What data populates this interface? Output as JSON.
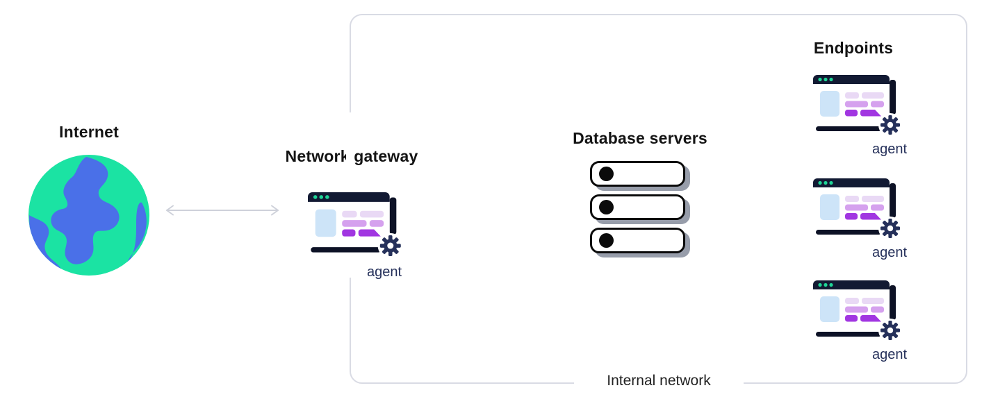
{
  "diagram_title": "Network architecture diagram",
  "nodes": {
    "internet": {
      "label": "Internet",
      "icon": "globe-icon"
    },
    "network_gateway": {
      "label": "Network gateway",
      "agent_label": "agent",
      "icon": "browser-window-icon"
    },
    "database_servers": {
      "label": "Database servers",
      "server_count": 3,
      "icon": "server-stack-icon"
    },
    "endpoints": {
      "label": "Endpoints",
      "items": [
        {
          "agent_label": "agent",
          "icon": "browser-window-icon"
        },
        {
          "agent_label": "agent",
          "icon": "browser-window-icon"
        },
        {
          "agent_label": "agent",
          "icon": "browser-window-icon"
        }
      ]
    }
  },
  "internal_network": {
    "label": "Internal network"
  },
  "connection": {
    "type": "bidirectional-arrow",
    "from": "internet",
    "to": "network_gateway"
  },
  "colors": {
    "globe_green": "#1BE3A3",
    "globe_blue": "#4A70E8",
    "window_navy": "#121A33",
    "traffic_dot_green": "#1FD496",
    "panel_light_blue": "#CDE4F8",
    "bar_lavender": "#E9D9F5",
    "bar_purple_mid": "#D5A1EE",
    "bar_purple_dark": "#A136E1",
    "gear_navy": "#25305A",
    "agent_text": "#25305A",
    "boundary_gray": "#D9DBE4",
    "arrow_gray": "#CED1DA",
    "server_shadow_gray": "#979DAA",
    "server_ink": "#0B0B0B",
    "title_ink": "#141414"
  }
}
